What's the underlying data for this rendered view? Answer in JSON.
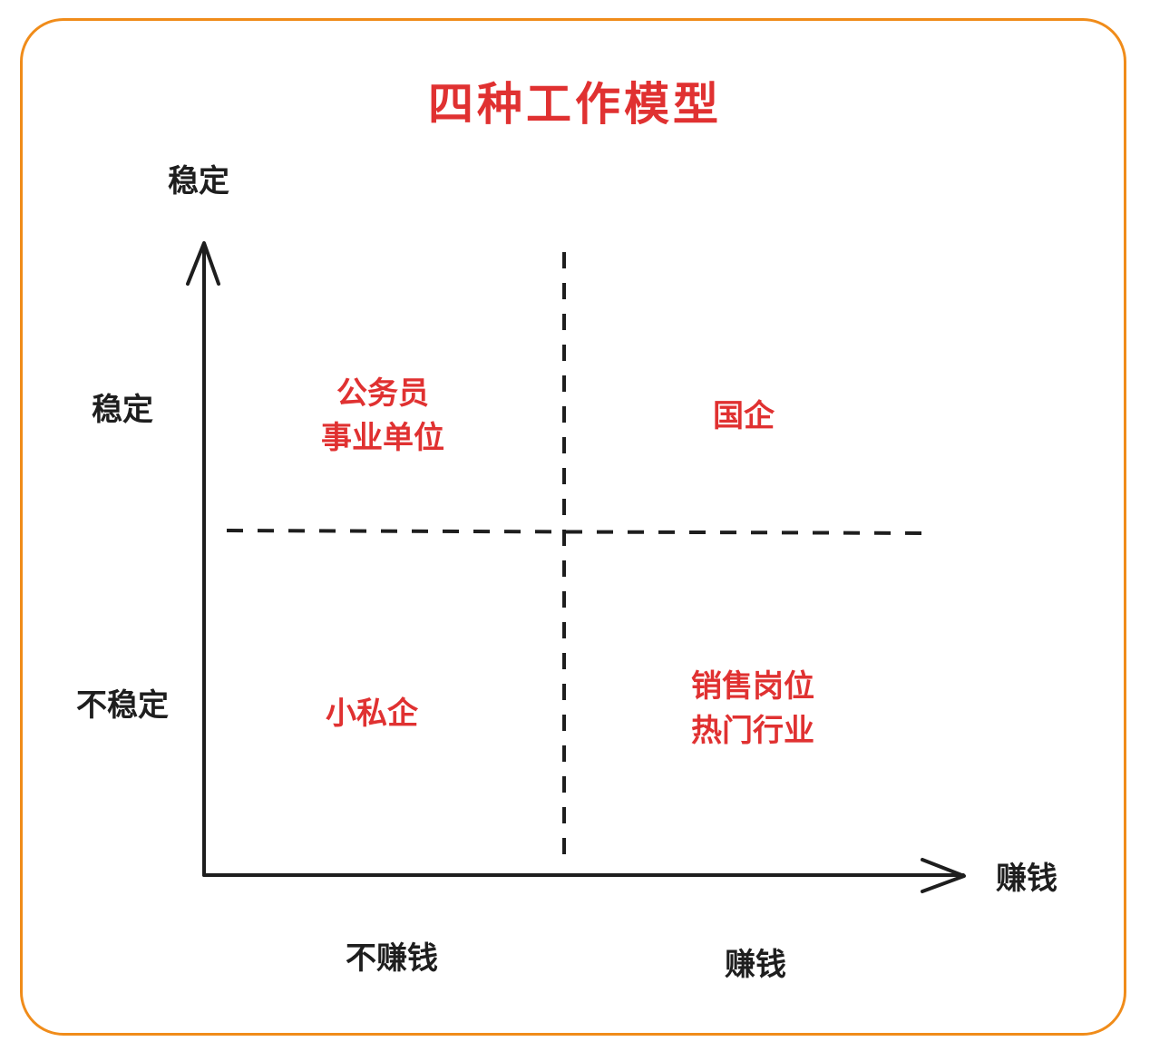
{
  "title": "四种工作模型",
  "axes": {
    "y_axis_label": "稳定",
    "x_axis_label": "赚钱"
  },
  "y_categories": {
    "top": "稳定",
    "bottom": "不稳定"
  },
  "x_categories": {
    "left": "不赚钱",
    "right": "赚钱"
  },
  "quadrants": {
    "top_left": {
      "line1": "公务员",
      "line2": "事业单位"
    },
    "top_right": {
      "line1": "国企"
    },
    "bottom_left": {
      "line1": "小私企"
    },
    "bottom_right": {
      "line1": "销售岗位",
      "line2": "热门行业"
    }
  },
  "colors": {
    "frame": "#f08c1a",
    "accent": "#e03131",
    "ink": "#1e1e1e"
  }
}
